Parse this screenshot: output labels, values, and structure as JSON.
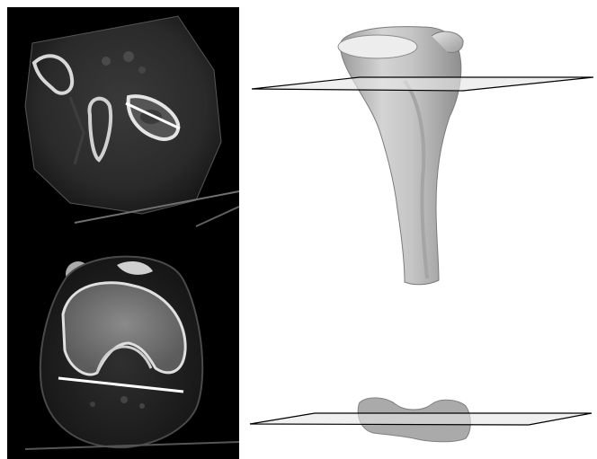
{
  "figure": {
    "panels": [
      {
        "id": "ct-hip",
        "kind": "axial CT slice",
        "has_reference_line": true
      },
      {
        "id": "ct-knee",
        "kind": "axial CT slice",
        "has_reference_line": true
      },
      {
        "id": "femur-3d",
        "kind": "3D bone model with cutting plane"
      }
    ],
    "colors": {
      "ct_background": "#000000",
      "bone": "#d8d8d8",
      "reference_line": "#ffffff",
      "model_surface": "#c9c9c9",
      "plane_fill": "#e6e6e6",
      "plane_edge": "#000000"
    }
  }
}
